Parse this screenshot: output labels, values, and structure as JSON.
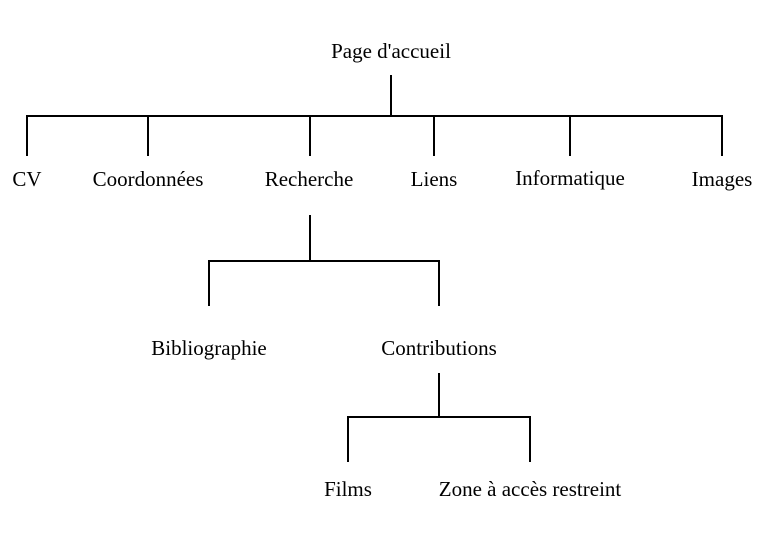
{
  "tree": {
    "root": "Page d'accueil",
    "level1": [
      "CV",
      "Coordonnées",
      "Recherche",
      "Liens",
      "Informatique",
      "Images"
    ],
    "recherche_children": [
      "Bibliographie",
      "Contributions"
    ],
    "contributions_children": [
      "Films",
      "Zone à accès restreint"
    ]
  }
}
